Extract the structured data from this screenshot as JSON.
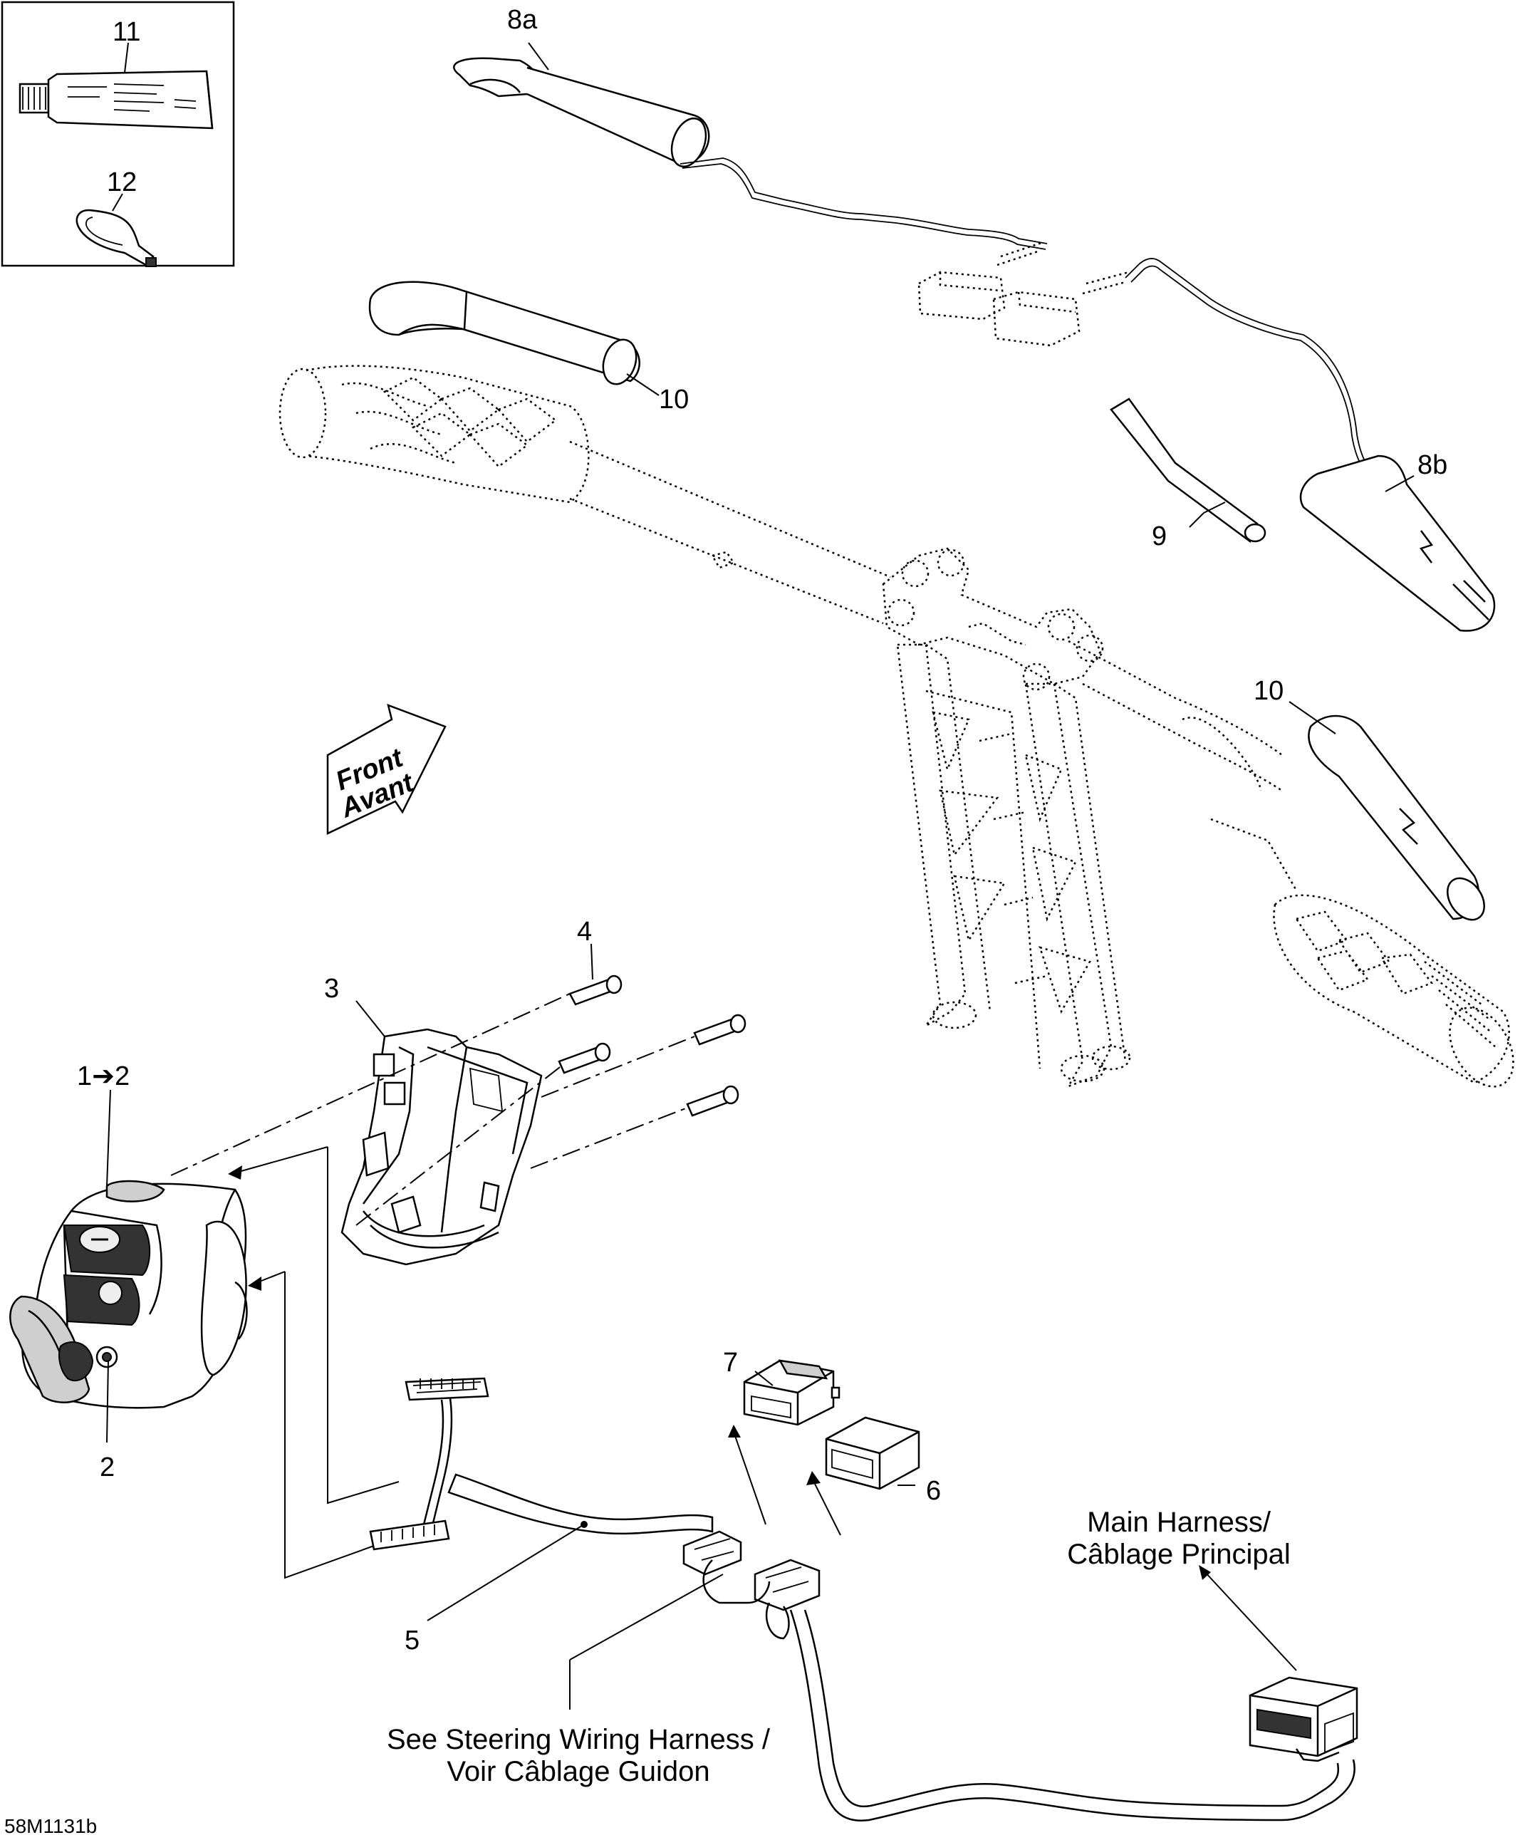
{
  "diagram": {
    "callouts": {
      "c1to2": "1➔2",
      "c2": "2",
      "c3": "3",
      "c4": "4",
      "c5": "5",
      "c6": "6",
      "c7": "7",
      "c8a": "8a",
      "c8b": "8b",
      "c9": "9",
      "c10_top": "10",
      "c10_right": "10",
      "c11": "11",
      "c12": "12"
    },
    "front_arrow": {
      "line1": "Front",
      "line2": "Avant"
    },
    "main_harness": {
      "line1": "Main Harness/",
      "line2": "Câblage Principal"
    },
    "see_steering": {
      "line1": "See Steering Wiring Harness /",
      "line2": "Voir Câblage Guidon"
    },
    "reference_code": "58M1131b"
  }
}
